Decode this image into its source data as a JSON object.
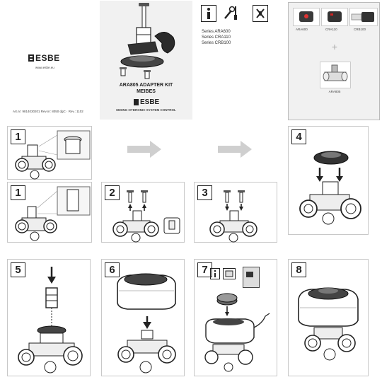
{
  "brand": {
    "logo_text": "ESBE",
    "website": "www.esbe.eu",
    "article_line": "Art.nr: 9814030201 Rev.nr: 8050 dgC · Rev.: 1102"
  },
  "cover": {
    "kit_title": "ARA805 ADAPTER KIT",
    "kit_subtitle": "MEIBES",
    "brand_logo": "ESBE",
    "tagline": "MIXING HYDRONIC SYSTEM CONTROL"
  },
  "series": [
    "Series ARA600",
    "Series CRA110",
    "Series CRB100"
  ],
  "info_icons": [
    "info-icon",
    "tools-icon",
    "no-power-icon"
  ],
  "compat": {
    "products": [
      "ARA600",
      "CRA110",
      "CRB100"
    ],
    "plus": "+",
    "valve": "ARA805"
  },
  "steps": [
    {
      "number": "1"
    },
    {
      "number": "1"
    },
    {
      "number": "2"
    },
    {
      "number": "3"
    },
    {
      "number": "4"
    },
    {
      "number": "5"
    },
    {
      "number": "6"
    },
    {
      "number": "7"
    },
    {
      "number": "8"
    }
  ],
  "step7_icons": [
    "info-icon",
    "manual-icon",
    "booklet-icon"
  ]
}
